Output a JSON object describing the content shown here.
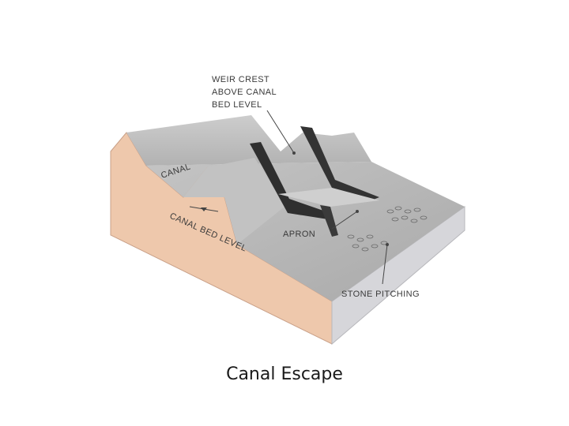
{
  "caption": "Canal Escape",
  "labels": {
    "weir_line1": "WEIR CREST",
    "weir_line2": "ABOVE CANAL",
    "weir_line3": "BED LEVEL",
    "canal": "CANAL",
    "canal_bed_level": "CANAL BED LEVEL",
    "apron": "APRON",
    "stone_pitching": "STONE PITCHING"
  },
  "colors": {
    "soil_side": "#eec8ac",
    "concrete_top": "#b9b9b9",
    "concrete_light": "#cfcfcf",
    "front_face": "#d5d5d8",
    "shadow": "#2f2f2f"
  }
}
